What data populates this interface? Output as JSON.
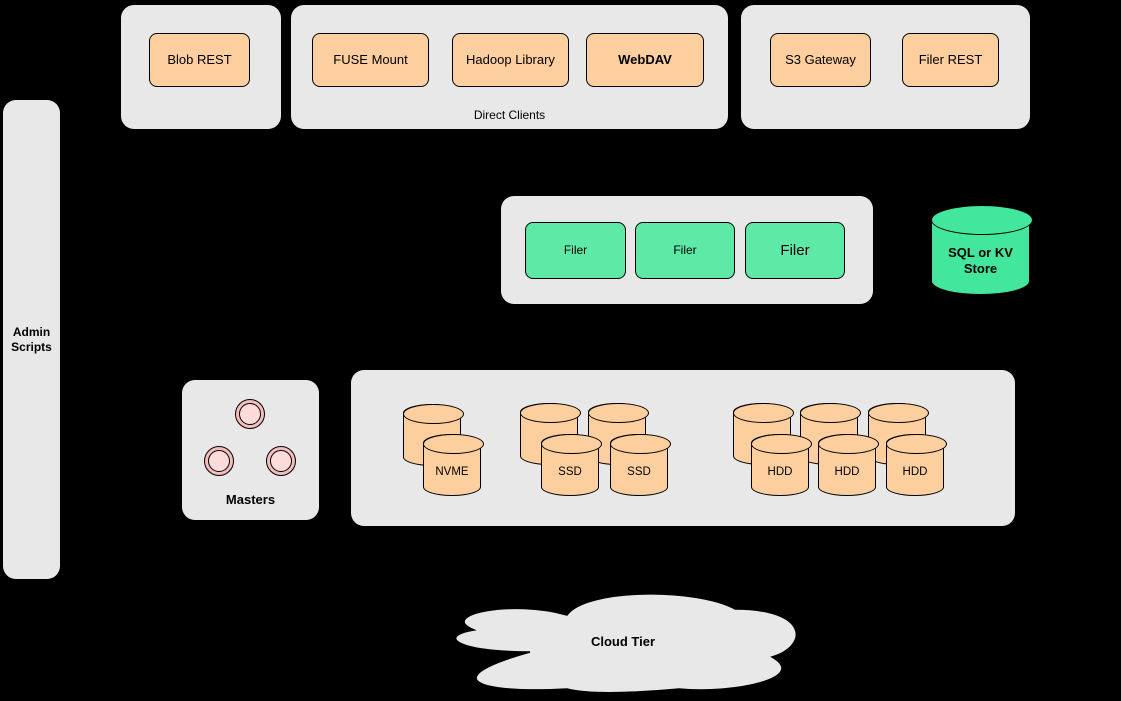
{
  "colors": {
    "background": "#000000",
    "panel_gray": "#e8e8e8",
    "node_orange": "#fdcf9e",
    "node_green": "#5fe9a7",
    "cylinder_green": "#42e69c",
    "circle_pink": "#f8cecc",
    "stroke": "#000000"
  },
  "nodes": {
    "admin_scripts": {
      "label": "Admin Scripts"
    },
    "blob_rest": {
      "label": "Blob REST"
    },
    "fuse_mount": {
      "label": "FUSE Mount"
    },
    "hadoop_library": {
      "label": "Hadoop Library"
    },
    "webdav": {
      "label": "WebDAV"
    },
    "s3_gateway": {
      "label": "S3 Gateway"
    },
    "filer_rest": {
      "label": "Filer REST"
    },
    "filers": [
      {
        "label": "Filer"
      },
      {
        "label": "Filer"
      },
      {
        "label": "Filer"
      }
    ],
    "sql_kv_store": {
      "label": "SQL or KV Store"
    },
    "nvme": {
      "label": "NVME"
    },
    "ssd": [
      {
        "label": "SSD"
      },
      {
        "label": "SSD"
      }
    ],
    "hdd": [
      {
        "label": "HDD"
      },
      {
        "label": "HDD"
      },
      {
        "label": "HDD"
      }
    ],
    "cloud_tier": {
      "label": "Cloud Tier"
    }
  },
  "groups": {
    "direct_clients": {
      "label": "Direct Clients"
    },
    "masters": {
      "label": "Masters"
    }
  }
}
